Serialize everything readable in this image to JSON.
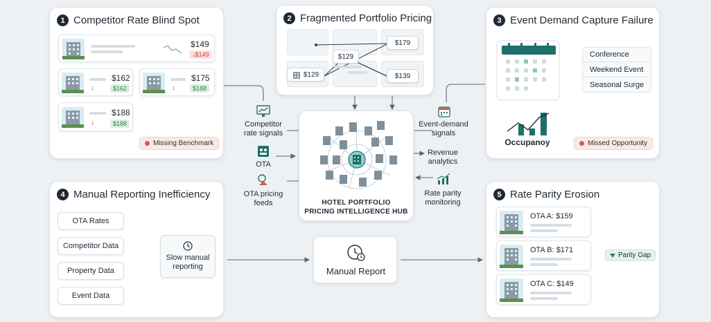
{
  "colors": {
    "background": "#eef1f4",
    "panel": "#ffffff",
    "accent_teal": "#1f6f6a",
    "alert_red": "#d25a4a",
    "ok_green": "#2e7d4f",
    "dark": "#1f2933"
  },
  "panel1": {
    "number": "1",
    "title": "Competitor Rate Blind Spot",
    "cards": [
      {
        "price": "$149",
        "delta": "↓$149",
        "trend_icon": "trend-line-icon"
      },
      {
        "price": "$162",
        "delta": "$162"
      },
      {
        "price": "$175",
        "delta": "$188"
      },
      {
        "price": "$188",
        "delta": "$188"
      }
    ],
    "badge": "Missing Benchmark"
  },
  "panel2": {
    "number": "2",
    "title": "Fragmented Portfolio Pricing",
    "nodes": [
      "$129",
      "$129",
      "$179",
      "$139"
    ]
  },
  "panel3": {
    "number": "3",
    "title": "Event Demand Capture Failure",
    "events": [
      "Conference",
      "Weekend Event",
      "Seasonal Surge"
    ],
    "occupancy_label": "Occupanoy",
    "badge": "Missed Opportunity"
  },
  "panel4": {
    "number": "4",
    "title": "Manual Reporting Inefficiency",
    "sources": [
      "OTA Rates",
      "Competitor Data",
      "Property Data",
      "Event Data"
    ],
    "process_label": "Slow manual reporting"
  },
  "panel5": {
    "number": "5",
    "title": "Rate Parity Erosion",
    "otas": [
      "OTA A: $159",
      "OTA B: $171",
      "OTA C: $149"
    ],
    "gap_label": "Parity Gap"
  },
  "hub": {
    "title_line1": "HOTEL PORTFOLIO",
    "title_line2": "PRICING INTELLIGENCE HUB",
    "inputs_left": [
      "Competitor rate signals",
      "OTA",
      "OTA pricing feeds"
    ],
    "inputs_right": [
      "Event-demand signals",
      "Revenue analytics",
      "Rate parity monitoring"
    ]
  },
  "report": {
    "label": "Manual Report"
  }
}
